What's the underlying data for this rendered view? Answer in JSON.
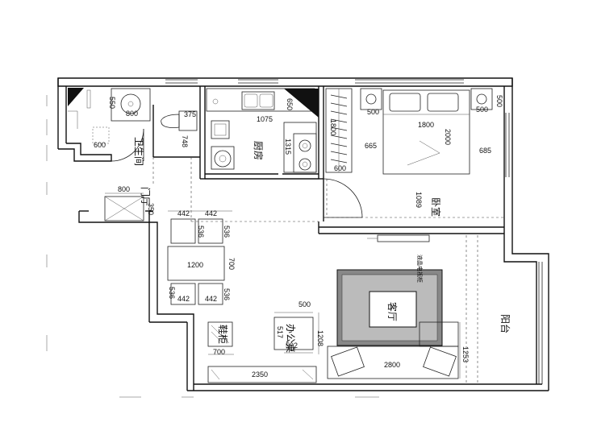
{
  "rooms": {
    "bathroom": "卫生间",
    "kitchen": "厨房",
    "bedroom": "卧室",
    "entrance": "门厅",
    "living": "客厅",
    "balcony": "阳台",
    "shoe_cabinet": "鞋柜",
    "desk": "办公桌",
    "tv_cabinet": "液晶电视柜"
  },
  "dimensions": {
    "d550": "550",
    "d800_sink": "800",
    "d375": "375",
    "d748": "748",
    "d600_bath": "600",
    "d650": "650",
    "d1075": "1075",
    "d1315": "1315",
    "d1800_ward": "1800",
    "d500_bl": "500",
    "d1800_bed": "1800",
    "d500_br": "500",
    "d500_edge": "500",
    "d2000": "2000",
    "d665": "665",
    "d600_k": "600",
    "d685": "685",
    "d1089": "1089",
    "d800_entry": "800",
    "d350": "350",
    "d442_t1": "442",
    "d442_t2": "442",
    "d536_t1": "536",
    "d536_t2": "536",
    "d1200": "1200",
    "d700": "700",
    "d536_b1": "536",
    "d442_b1": "442",
    "d442_b2": "442",
    "d536_b2": "536",
    "d500_desk": "500",
    "d517": "517",
    "d502": "502",
    "d1208": "1208",
    "d700_shoe": "700",
    "d2350": "2350",
    "d2800": "2800",
    "d1253": "1253",
    "d800_bath_label": "800"
  }
}
